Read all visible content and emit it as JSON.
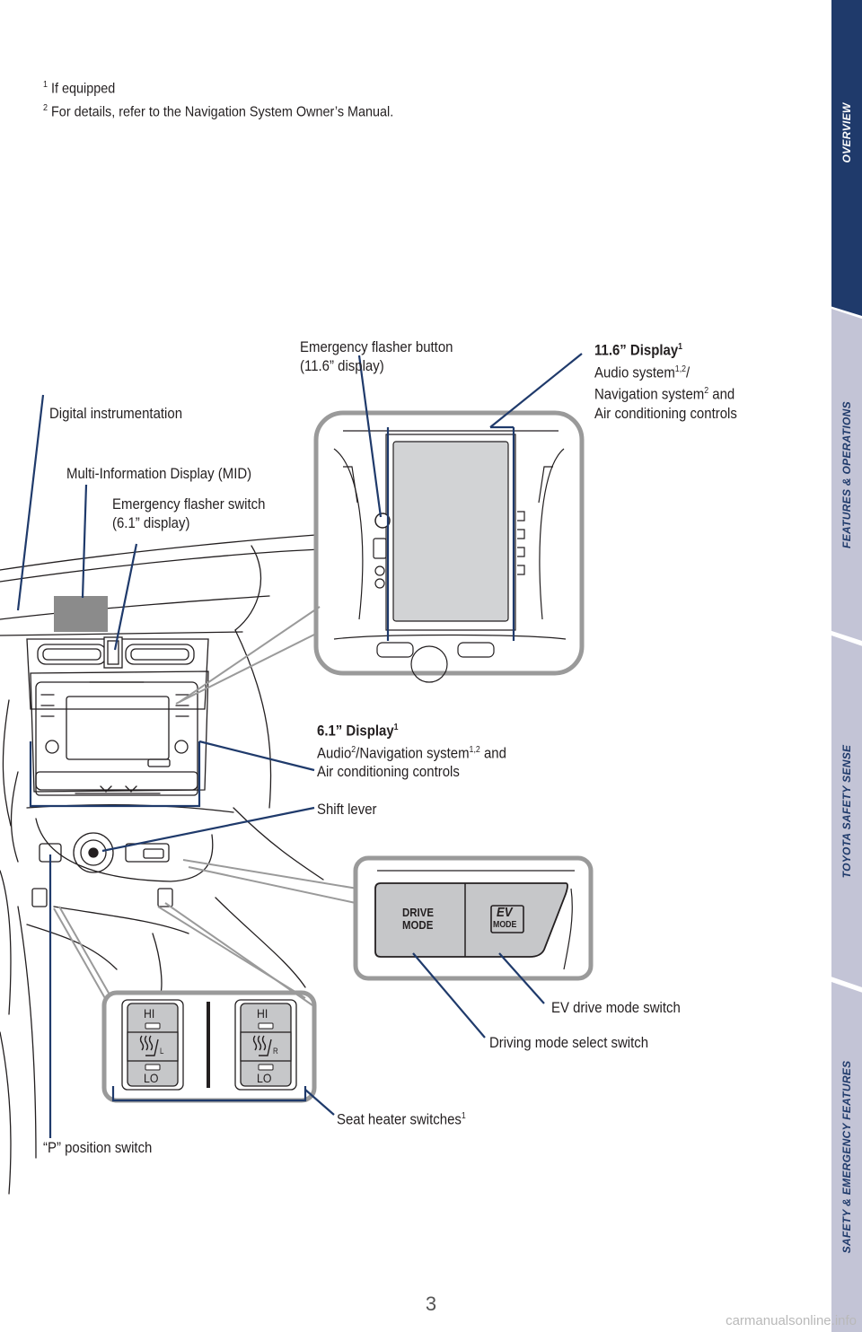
{
  "footnotes": [
    {
      "num": "1",
      "text": "If equipped"
    },
    {
      "num": "2",
      "text": "For details, refer to the Navigation System Owner’s Manual."
    }
  ],
  "labels": {
    "emergency_button": {
      "line1": "Emergency flasher button",
      "line2": "(11.6” display)"
    },
    "display_116": {
      "title": "11.6” Display",
      "title_sup": "1",
      "l1": "Audio system",
      "l1_sup": "1,2",
      "l1_end": "/",
      "l2": "Navigation system",
      "l2_sup": "2",
      "l2_end": " and",
      "l3": "Air conditioning controls"
    },
    "digital": "Digital instrumentation",
    "mid": "Multi-Information Display (MID)",
    "emergency_switch": {
      "line1": "Emergency flasher switch",
      "line2": "(6.1” display)"
    },
    "display_61": {
      "title": "6.1” Display",
      "title_sup": "1",
      "l1a": "Audio",
      "l1a_sup": "2",
      "l1b": "/Navigation system",
      "l1b_sup": "1,2",
      "l1_end": " and",
      "l2": "Air conditioning controls"
    },
    "shift": "Shift lever",
    "ev": "EV drive mode switch",
    "drive_mode": "Driving mode select switch",
    "seat_heater": {
      "text": "Seat heater switches",
      "sup": "1"
    },
    "p_switch": "“P” position switch"
  },
  "buttons": {
    "drive_mode": [
      "DRIVE",
      "MODE"
    ],
    "ev_big": "EV",
    "ev_small": "MODE",
    "hi": "HI",
    "lo": "LO",
    "left": "L",
    "right": "R"
  },
  "tabs": [
    "OVERVIEW",
    "FEATURES & OPERATIONS",
    "TOYOTA SAFETY SENSE",
    "SAFETY & EMERGENCY FEATURES"
  ],
  "page_number": "3",
  "watermark": "carmanualsonline.info",
  "colors": {
    "accent": "#1f3a6b",
    "tab_active": "#1f3a6b",
    "tab_inactive": "#c3c4d6"
  }
}
